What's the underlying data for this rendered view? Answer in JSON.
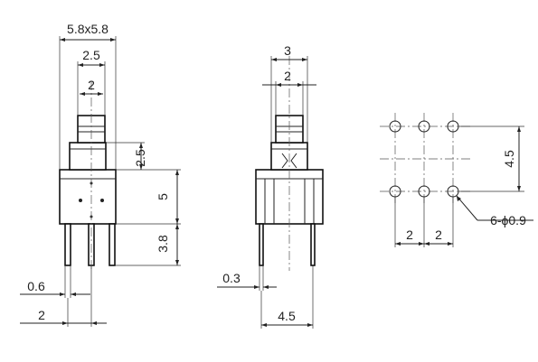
{
  "front_view": {
    "body_size": "5.8x5.8",
    "stem_outer": "2.5",
    "stem_inner": "2",
    "stem_height": "2.5",
    "body_height": "5",
    "pin_length": "3.8",
    "pin_thickness": "0.6",
    "pin_pitch": "2"
  },
  "side_view": {
    "stem_outer": "3",
    "stem_inner": "2",
    "pin_thickness": "0.3",
    "pin_span": "4.5"
  },
  "footprint": {
    "row_spacing": "4.5",
    "col_pitch_left": "2",
    "col_pitch_right": "2",
    "hole_callout": "6-ϕ0.9"
  }
}
